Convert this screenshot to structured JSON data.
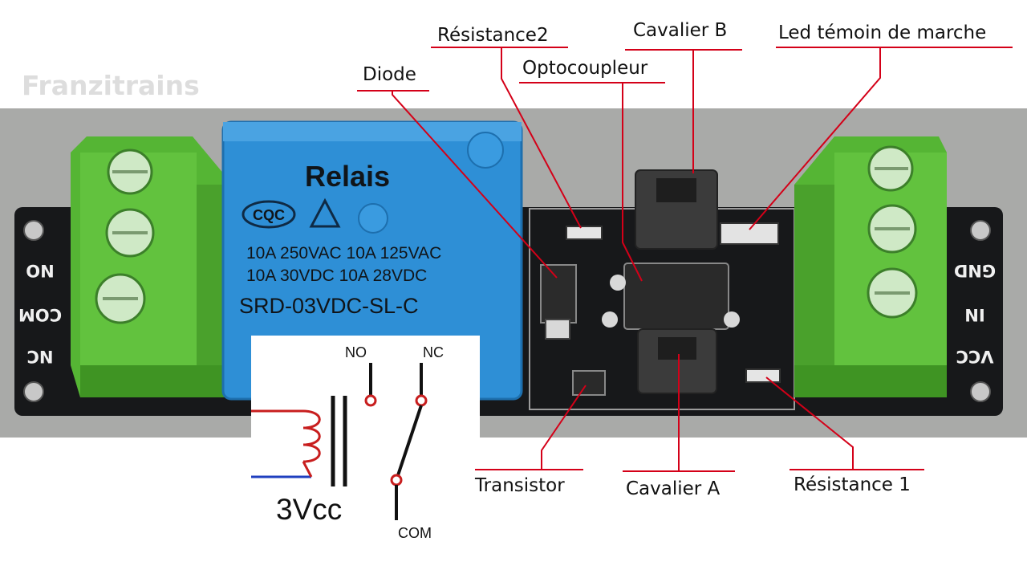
{
  "watermark": "Franzitrains",
  "relay": {
    "title": "Relais",
    "logo": "CQC",
    "line1": "10A  250VAC   10A  125VAC",
    "line2": "10A    30VDC   10A   28VDC",
    "model": "SRD-03VDC-SL-C"
  },
  "pcb_left": {
    "no": "NO",
    "com": "COM",
    "nc": "NC"
  },
  "pcb_right": {
    "gnd": "GND",
    "in": "IN",
    "vcc": "VCC"
  },
  "labels": {
    "resistance2": "Résistance2",
    "cavalier_b": "Cavalier B",
    "led": "Led témoin de marche",
    "diode": "Diode",
    "optocoupleur": "Optocoupleur",
    "transistor": "Transistor",
    "cavalier_a": "Cavalier A",
    "resistance1": "Résistance 1"
  },
  "schematic": {
    "no": "NO",
    "nc": "NC",
    "com": "COM",
    "voltage": "3Vcc"
  },
  "colors": {
    "leader": "#d40018",
    "pcb": "#17181a",
    "terminal": "#5fbf3a",
    "relay": "#2e8fd6",
    "coil": "#c81e1e",
    "wire": "#1f3fbf"
  }
}
